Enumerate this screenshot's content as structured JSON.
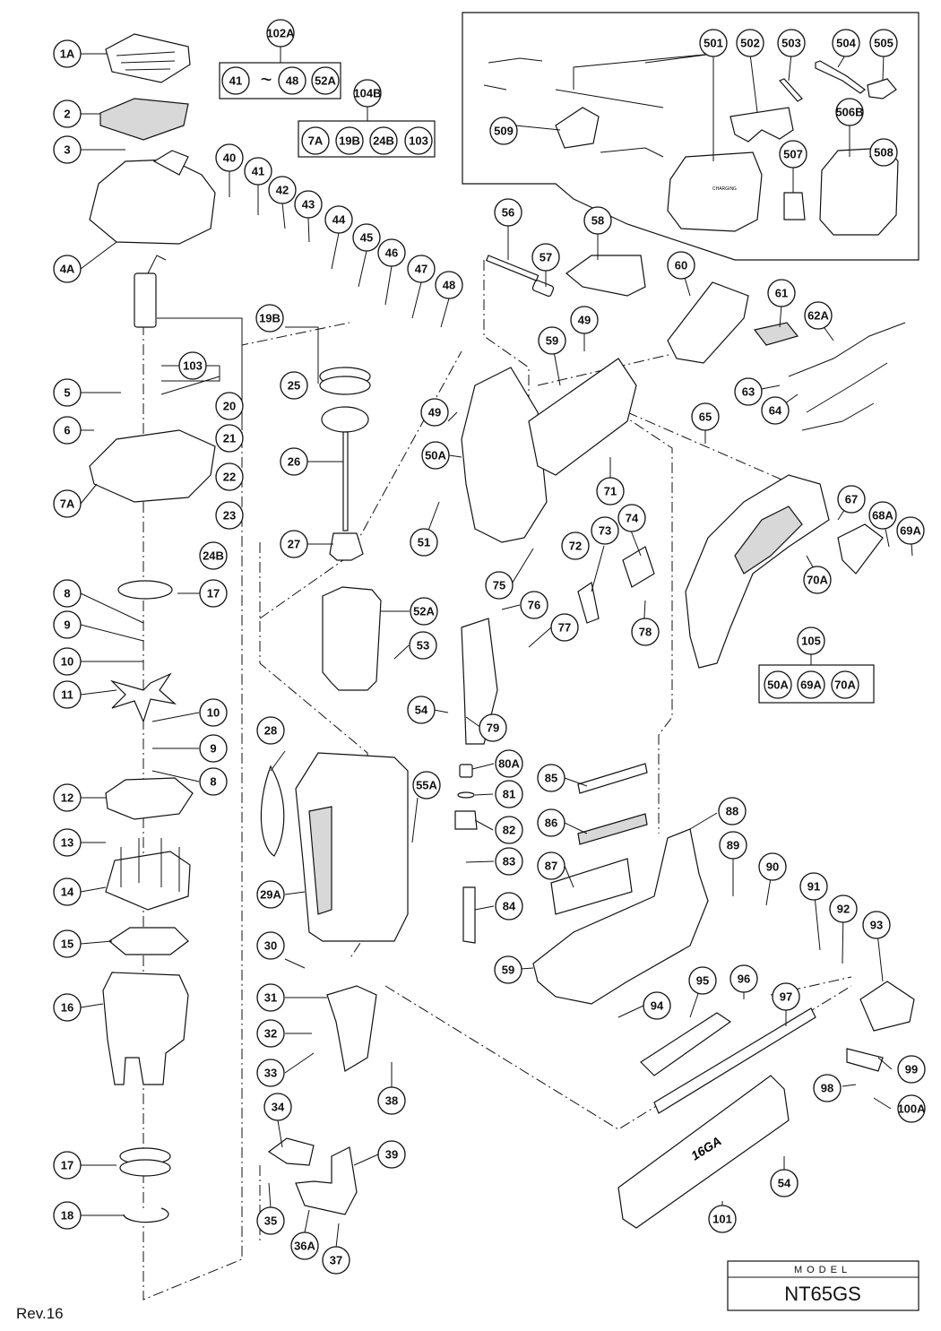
{
  "model": {
    "label": "MODEL",
    "name": "NT65GS"
  },
  "revision": "Rev.16",
  "callouts": [
    "1A",
    "2",
    "3",
    "4A",
    "5",
    "6",
    "7A",
    "8",
    "9",
    "10",
    "11",
    "12",
    "13",
    "14",
    "15",
    "16",
    "17",
    "18",
    "19B",
    "20",
    "21",
    "22",
    "23",
    "24B",
    "25",
    "26",
    "27",
    "28",
    "29A",
    "30",
    "31",
    "32",
    "33",
    "34",
    "35",
    "36A",
    "37",
    "38",
    "39",
    "40",
    "41",
    "42",
    "43",
    "44",
    "45",
    "46",
    "47",
    "48",
    "49",
    "50A",
    "51",
    "52A",
    "53",
    "54",
    "55A",
    "56",
    "57",
    "58",
    "59",
    "60",
    "61",
    "62A",
    "63",
    "64",
    "65",
    "67",
    "68A",
    "69A",
    "70A",
    "71",
    "72",
    "73",
    "74",
    "75",
    "76",
    "77",
    "78",
    "79",
    "80A",
    "81",
    "82",
    "83",
    "84",
    "85",
    "86",
    "87",
    "88",
    "89",
    "90",
    "91",
    "92",
    "93",
    "94",
    "95",
    "96",
    "97",
    "98",
    "99",
    "100A",
    "101",
    "102A",
    "103",
    "104B",
    "105",
    "501",
    "502",
    "503",
    "504",
    "505",
    "506B",
    "507",
    "508",
    "509"
  ],
  "kits": {
    "102A": {
      "items": [
        "41",
        "~",
        "48",
        "52A"
      ]
    },
    "104B": {
      "items": [
        "7A",
        "19B",
        "24B",
        "103"
      ]
    },
    "105": {
      "items": [
        "50A",
        "69A",
        "70A"
      ]
    }
  },
  "labels": {
    "charger": "CHARGING",
    "magazine": "16GA"
  }
}
